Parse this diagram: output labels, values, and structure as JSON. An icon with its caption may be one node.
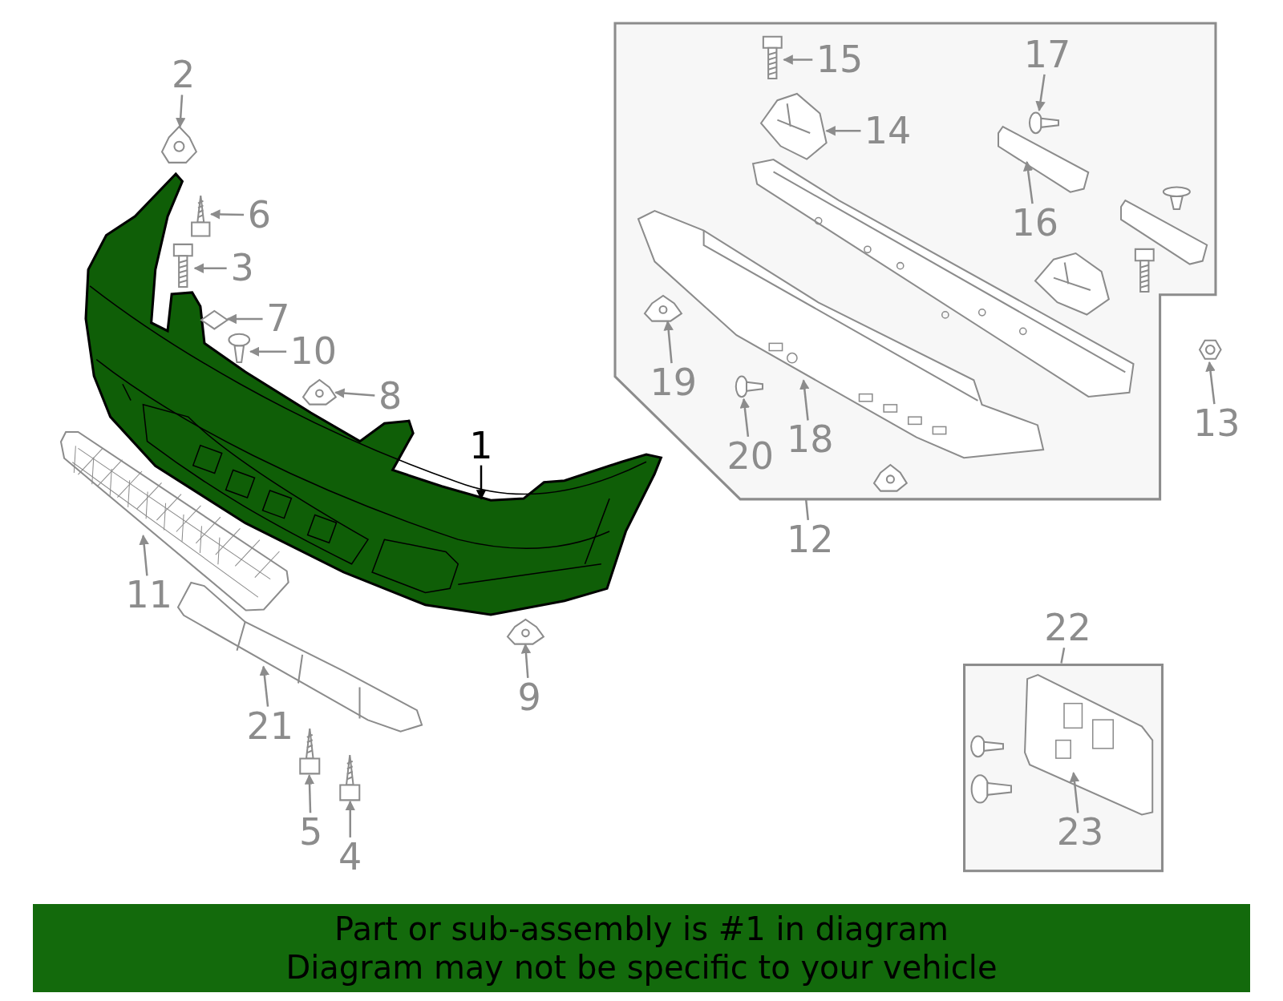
{
  "diagram": {
    "nodes": [
      {
        "text": [
          "Part or sub-assembly is #1 in diagram",
          "Diagram may not be specific to your vehicle"
        ]
      },
      {
        "text": [],
        "shape": "picture"
      },
      {
        "text": [
          "1"
        ]
      },
      {
        "text": [
          "2"
        ]
      },
      {
        "text": [],
        "shape": "picture"
      },
      {
        "text": [
          "6"
        ]
      },
      {
        "text": [],
        "shape": "picture"
      },
      {
        "text": [
          "3"
        ]
      },
      {
        "text": [],
        "shape": "picture"
      },
      {
        "text": [
          "7"
        ]
      },
      {
        "text": [],
        "shape": "picture"
      },
      {
        "text": [
          "10"
        ]
      },
      {
        "text": [],
        "shape": "picture"
      },
      {
        "text": [
          "8"
        ]
      },
      {
        "text": [],
        "shape": "picture"
      },
      {
        "text": [
          "9"
        ]
      },
      {
        "text": [],
        "shape": "picture"
      },
      {
        "text": [
          "11"
        ]
      },
      {
        "text": [],
        "shape": "picture"
      },
      {
        "text": [
          "21"
        ]
      },
      {
        "text": [],
        "shape": "picture"
      },
      {
        "text": [
          "5"
        ]
      },
      {
        "text": [],
        "shape": "picture"
      },
      {
        "text": [
          "4"
        ]
      },
      {
        "text": [],
        "shape": "picture"
      },
      {
        "text": [],
        "shape": "box"
      },
      {
        "text": [
          "12"
        ]
      },
      {
        "text": [
          "15"
        ],
        "in": 25
      },
      {
        "text": [],
        "shape": "picture",
        "in": 25
      },
      {
        "text": [
          "14"
        ],
        "in": 25
      },
      {
        "text": [],
        "shape": "picture",
        "in": 25
      },
      {
        "text": [
          "17"
        ],
        "in": 25
      },
      {
        "text": [],
        "shape": "picture",
        "in": 25
      },
      {
        "text": [
          "16"
        ],
        "in": 25
      },
      {
        "text": [],
        "shape": "picture",
        "in": 25
      },
      {
        "text": [
          "19"
        ],
        "in": 25
      },
      {
        "text": [],
        "shape": "picture",
        "in": 25
      },
      {
        "text": [
          "20"
        ],
        "in": 25
      },
      {
        "text": [],
        "shape": "picture",
        "in": 25
      },
      {
        "text": [
          "18"
        ],
        "in": 25
      },
      {
        "text": [],
        "shape": "picture",
        "in": 25
      },
      {
        "text": [
          "13"
        ]
      },
      {
        "text": [],
        "shape": "picture"
      },
      {
        "text": [],
        "shape": "box"
      },
      {
        "text": [
          "22"
        ]
      },
      {
        "text": [
          "23"
        ],
        "in": 43
      },
      {
        "text": [],
        "shape": "picture",
        "in": 43
      },
      {
        "text": [],
        "shape": "picture",
        "in": 25
      },
      {
        "text": [],
        "shape": "picture",
        "in": 25
      },
      {
        "text": [],
        "shape": "picture",
        "in": 25
      },
      {
        "text": [],
        "shape": "picture",
        "in": 25
      },
      {
        "text": [],
        "shape": "picture",
        "in": 25
      },
      {
        "text": [],
        "shape": "picture",
        "in": 25
      },
      {
        "text": [],
        "shape": "picture",
        "in": 43
      },
      {
        "text": [],
        "shape": "picture",
        "in": 43
      }
    ],
    "edges": [
      {
        "from": 2,
        "to": 1,
        "arrow": "to",
        "color": "#000000"
      },
      {
        "from": 3,
        "to": 4,
        "arrow": "to"
      },
      {
        "from": 5,
        "to": 6,
        "arrow": "to"
      },
      {
        "from": 7,
        "to": 8,
        "arrow": "to"
      },
      {
        "from": 9,
        "to": 10,
        "arrow": "to"
      },
      {
        "from": 11,
        "to": 12,
        "arrow": "to"
      },
      {
        "from": 13,
        "to": 14,
        "arrow": "to"
      },
      {
        "from": 15,
        "to": 16,
        "arrow": "to"
      },
      {
        "from": 17,
        "to": 18,
        "arrow": "to"
      },
      {
        "from": 19,
        "to": 20,
        "arrow": "to"
      },
      {
        "from": 21,
        "to": 22,
        "arrow": "to"
      },
      {
        "from": 23,
        "to": 24,
        "arrow": "to"
      },
      {
        "from": 26,
        "to": 25,
        "arrow": "none"
      },
      {
        "from": 27,
        "to": 28,
        "arrow": "to"
      },
      {
        "from": 29,
        "to": 30,
        "arrow": "to"
      },
      {
        "from": 31,
        "to": 32,
        "arrow": "to"
      },
      {
        "from": 33,
        "to": 34,
        "arrow": "to"
      },
      {
        "from": 35,
        "to": 36,
        "arrow": "to"
      },
      {
        "from": 37,
        "to": 38,
        "arrow": "to"
      },
      {
        "from": 39,
        "to": 40,
        "arrow": "to"
      },
      {
        "from": 41,
        "to": 42,
        "arrow": "to"
      },
      {
        "from": 44,
        "to": 43,
        "arrow": "none"
      },
      {
        "from": 45,
        "to": 46,
        "arrow": "to"
      }
    ]
  }
}
